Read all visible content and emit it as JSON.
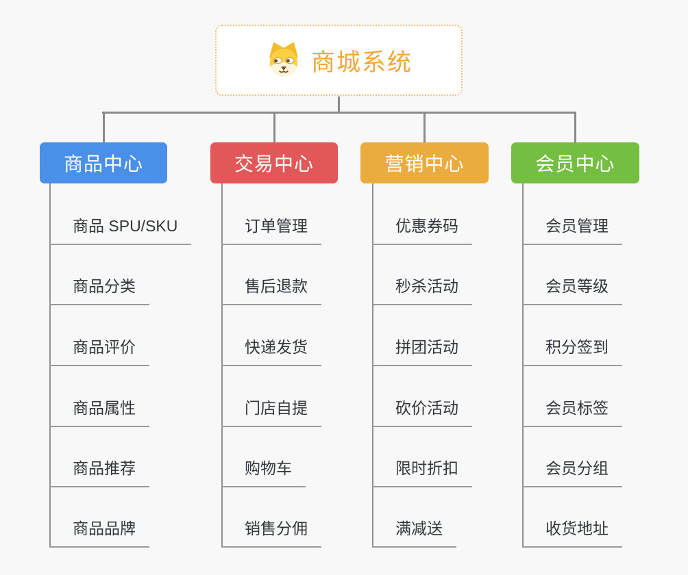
{
  "root": {
    "title": "商城系统",
    "icon": "dog-face-icon",
    "text_color": "#f0a73c",
    "border_color": "#f2c07a"
  },
  "branches": [
    {
      "label": "商品中心",
      "color": "#4a90e8",
      "children": [
        "商品 SPU/SKU",
        "商品分类",
        "商品评价",
        "商品属性",
        "商品推荐",
        "商品品牌"
      ]
    },
    {
      "label": "交易中心",
      "color": "#e25757",
      "children": [
        "订单管理",
        "售后退款",
        "快递发货",
        "门店自提",
        "购物车",
        "销售分佣"
      ]
    },
    {
      "label": "营销中心",
      "color": "#ebac3f",
      "children": [
        "优惠券码",
        "秒杀活动",
        "拼团活动",
        "砍价活动",
        "限时折扣",
        "满减送"
      ]
    },
    {
      "label": "会员中心",
      "color": "#74bf41",
      "children": [
        "会员管理",
        "会员等级",
        "积分签到",
        "会员标签",
        "会员分组",
        "收货地址"
      ]
    }
  ],
  "colors": {
    "connector": "#8a8a8a",
    "underline": "#9a9a9a",
    "background": "#f8f8f8",
    "child_text": "#33363b"
  }
}
